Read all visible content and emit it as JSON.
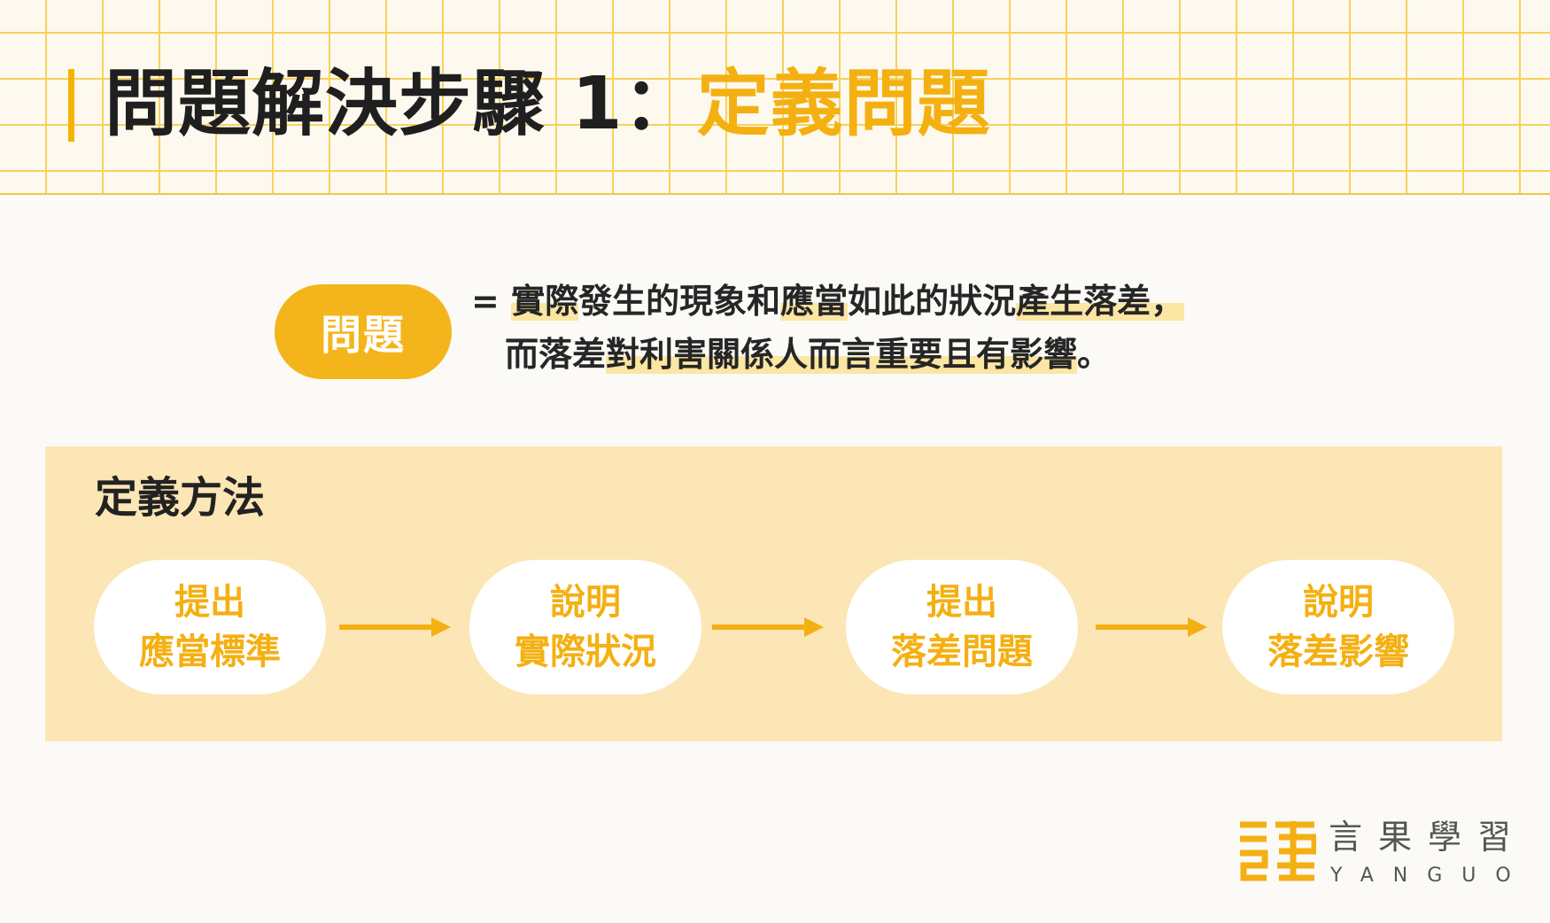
{
  "header": {
    "title_prefix": "問題解決步驟 1：",
    "title_accent": "定義問題"
  },
  "definition": {
    "pill_label": "問題",
    "line1": {
      "s1": "= ",
      "h1": "實際",
      "s2": "發生的現象和",
      "h2": "應當",
      "s3": "如此的狀況",
      "h3": "產生落差，"
    },
    "line2": {
      "s1": "而落差",
      "h1": "對利害關係人而言重要且有影響",
      "s2": "。"
    }
  },
  "method": {
    "title": "定義方法",
    "steps": [
      {
        "line1": "提出",
        "line2": "應當標準"
      },
      {
        "line1": "說明",
        "line2": "實際狀況"
      },
      {
        "line1": "提出",
        "line2": "落差問題"
      },
      {
        "line1": "說明",
        "line2": "落差影響"
      }
    ]
  },
  "brand": {
    "name_cn": "言果學習",
    "name_en": "YANGUO"
  },
  "colors": {
    "accent": "#f4b012",
    "panel": "#fce6b6",
    "grid": "#f6d25a"
  }
}
